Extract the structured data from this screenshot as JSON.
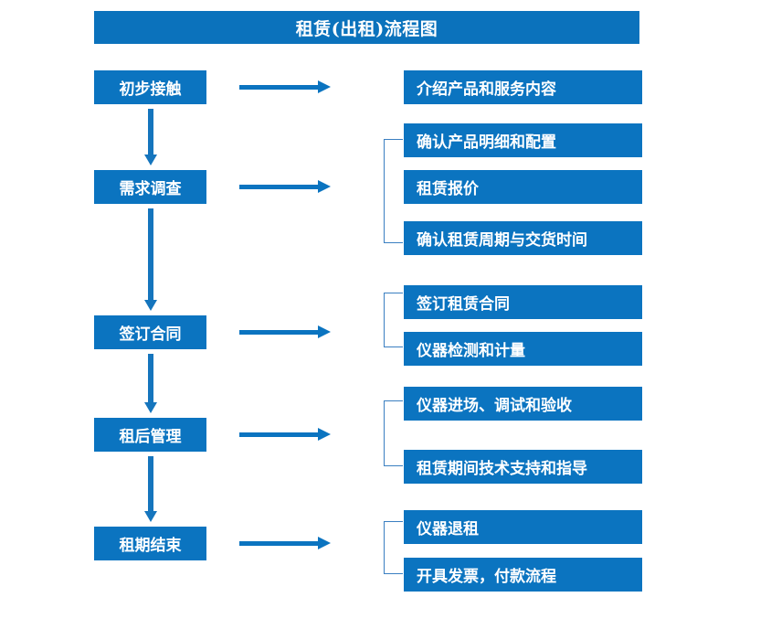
{
  "title": "租赁(出租)流程图",
  "colors": {
    "header_blue": "#0b72bc",
    "box_blue": "#0b74c0",
    "arrow_blue": "#1575bd",
    "bracket_blue": "#3a7fc1",
    "text_white": "#ffffff",
    "background": "#ffffff"
  },
  "stages": [
    {
      "label": "初步接触"
    },
    {
      "label": "需求调查"
    },
    {
      "label": "签订合同"
    },
    {
      "label": "租后管理"
    },
    {
      "label": "租期结束"
    }
  ],
  "details": [
    {
      "label": "介绍产品和服务内容"
    },
    {
      "label": "确认产品明细和配置"
    },
    {
      "label": "租赁报价"
    },
    {
      "label": "确认租赁周期与交货时间"
    },
    {
      "label": "签订租赁合同"
    },
    {
      "label": "仪器检测和计量"
    },
    {
      "label": "仪器进场、调试和验收"
    },
    {
      "label": "租赁期间技术支持和指导"
    },
    {
      "label": "仪器退租"
    },
    {
      "label": "开具发票，付款流程"
    }
  ],
  "icons": {
    "stage_link_arrow": "arrow-down-icon",
    "stage_detail_arrow": "arrow-right-icon",
    "group_bracket": "bracket-icon"
  }
}
